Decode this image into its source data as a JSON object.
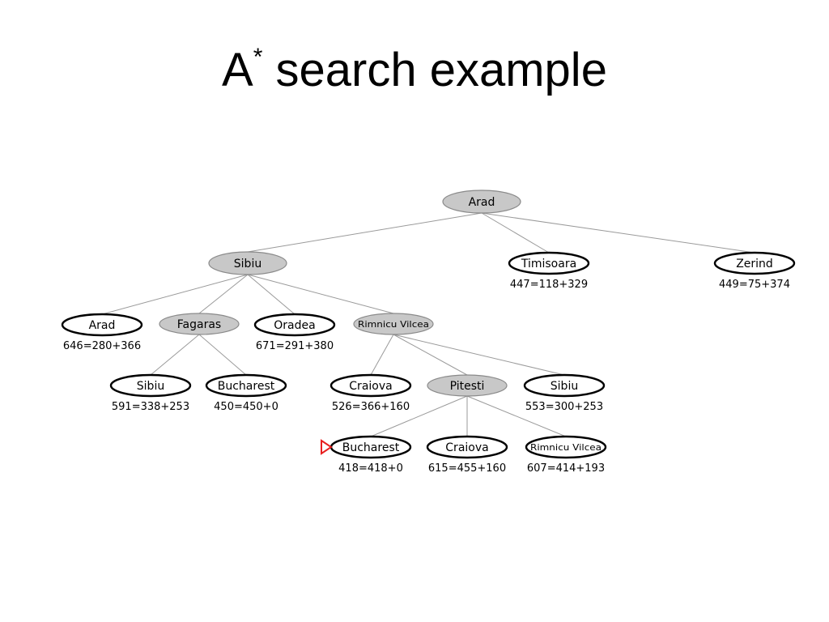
{
  "slide": {
    "title_main": "A",
    "title_sup": "*",
    "title_rest": " search example"
  },
  "colors": {
    "expanded_fill": "#c8c8c8",
    "frontier_fill": "#ffffff",
    "edge": "#9a9a9a",
    "marker": "#e82020"
  },
  "tree": {
    "nodes": [
      {
        "id": "arad-root",
        "label": "Arad",
        "score": "",
        "expanded": true
      },
      {
        "id": "sibiu-1",
        "label": "Sibiu",
        "score": "",
        "expanded": true
      },
      {
        "id": "timisoara",
        "label": "Timisoara",
        "score": "447=118+329",
        "expanded": false
      },
      {
        "id": "zerind",
        "label": "Zerind",
        "score": "449=75+374",
        "expanded": false
      },
      {
        "id": "arad-2",
        "label": "Arad",
        "score": "646=280+366",
        "expanded": false
      },
      {
        "id": "fagaras",
        "label": "Fagaras",
        "score": "",
        "expanded": true
      },
      {
        "id": "oradea",
        "label": "Oradea",
        "score": "671=291+380",
        "expanded": false
      },
      {
        "id": "rimnicu-1",
        "label": "Rimnicu Vilcea",
        "score": "",
        "expanded": true
      },
      {
        "id": "sibiu-fag",
        "label": "Sibiu",
        "score": "591=338+253",
        "expanded": false
      },
      {
        "id": "bucharest-fag",
        "label": "Bucharest",
        "score": "450=450+0",
        "expanded": false
      },
      {
        "id": "craiova-rv",
        "label": "Craiova",
        "score": "526=366+160",
        "expanded": false
      },
      {
        "id": "pitesti",
        "label": "Pitesti",
        "score": "",
        "expanded": true
      },
      {
        "id": "sibiu-rv",
        "label": "Sibiu",
        "score": "553=300+253",
        "expanded": false
      },
      {
        "id": "bucharest-goal",
        "label": "Bucharest",
        "score": "418=418+0",
        "expanded": false,
        "marked": true
      },
      {
        "id": "craiova-pit",
        "label": "Craiova",
        "score": "615=455+160",
        "expanded": false
      },
      {
        "id": "rimnicu-pit",
        "label": "Rimnicu Vilcea",
        "score": "607=414+193",
        "expanded": false
      }
    ],
    "edges": [
      [
        "arad-root",
        "sibiu-1"
      ],
      [
        "arad-root",
        "timisoara"
      ],
      [
        "arad-root",
        "zerind"
      ],
      [
        "sibiu-1",
        "arad-2"
      ],
      [
        "sibiu-1",
        "fagaras"
      ],
      [
        "sibiu-1",
        "oradea"
      ],
      [
        "sibiu-1",
        "rimnicu-1"
      ],
      [
        "fagaras",
        "sibiu-fag"
      ],
      [
        "fagaras",
        "bucharest-fag"
      ],
      [
        "rimnicu-1",
        "craiova-rv"
      ],
      [
        "rimnicu-1",
        "pitesti"
      ],
      [
        "rimnicu-1",
        "sibiu-rv"
      ],
      [
        "pitesti",
        "bucharest-goal"
      ],
      [
        "pitesti",
        "craiova-pit"
      ],
      [
        "pitesti",
        "rimnicu-pit"
      ]
    ]
  }
}
